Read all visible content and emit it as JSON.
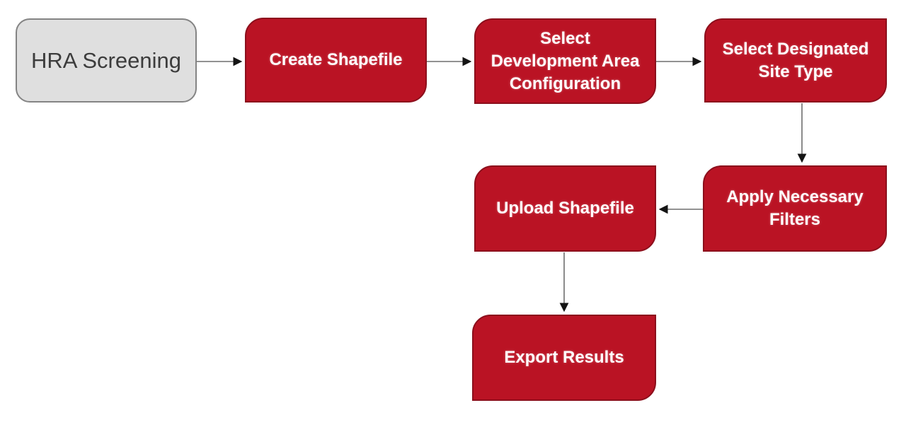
{
  "diagram": {
    "type": "flowchart",
    "title": "HRA Screening process flowchart",
    "background": "#FFFFFF",
    "colors": {
      "process_fill": "#BA1324",
      "process_border": "#8C0F1C",
      "process_text": "#FFFFFF",
      "start_fill": "#DFDFDF",
      "start_border": "#848484",
      "start_text": "#3C3C3C",
      "connector_line": "#6E6E6E",
      "arrowhead": "#141414"
    },
    "nodes": [
      {
        "id": "hra-screening",
        "label": "HRA Screening",
        "role": "start",
        "shape": "rounded-rectangle"
      },
      {
        "id": "create-shapefile",
        "label": "Create Shapefile",
        "role": "process",
        "shape": "diagonal-rounded-rectangle"
      },
      {
        "id": "select-development-area-configuration",
        "label": "Select\nDevelopment Area\nConfiguration",
        "role": "process",
        "shape": "diagonal-rounded-rectangle"
      },
      {
        "id": "select-designated-site-type",
        "label": "Select Designated\nSite Type",
        "role": "process",
        "shape": "diagonal-rounded-rectangle"
      },
      {
        "id": "apply-necessary-filters",
        "label": "Apply Necessary\nFilters",
        "role": "process",
        "shape": "diagonal-rounded-rectangle"
      },
      {
        "id": "upload-shapefile",
        "label": "Upload Shapefile",
        "role": "process",
        "shape": "diagonal-rounded-rectangle"
      },
      {
        "id": "export-results",
        "label": "Export Results",
        "role": "process",
        "shape": "diagonal-rounded-rectangle"
      }
    ],
    "edges": [
      {
        "from": "hra-screening",
        "to": "create-shapefile",
        "direction": "right"
      },
      {
        "from": "create-shapefile",
        "to": "select-development-area-configuration",
        "direction": "right"
      },
      {
        "from": "select-development-area-configuration",
        "to": "select-designated-site-type",
        "direction": "right"
      },
      {
        "from": "select-designated-site-type",
        "to": "apply-necessary-filters",
        "direction": "down"
      },
      {
        "from": "apply-necessary-filters",
        "to": "upload-shapefile",
        "direction": "left"
      },
      {
        "from": "upload-shapefile",
        "to": "export-results",
        "direction": "down"
      }
    ]
  }
}
